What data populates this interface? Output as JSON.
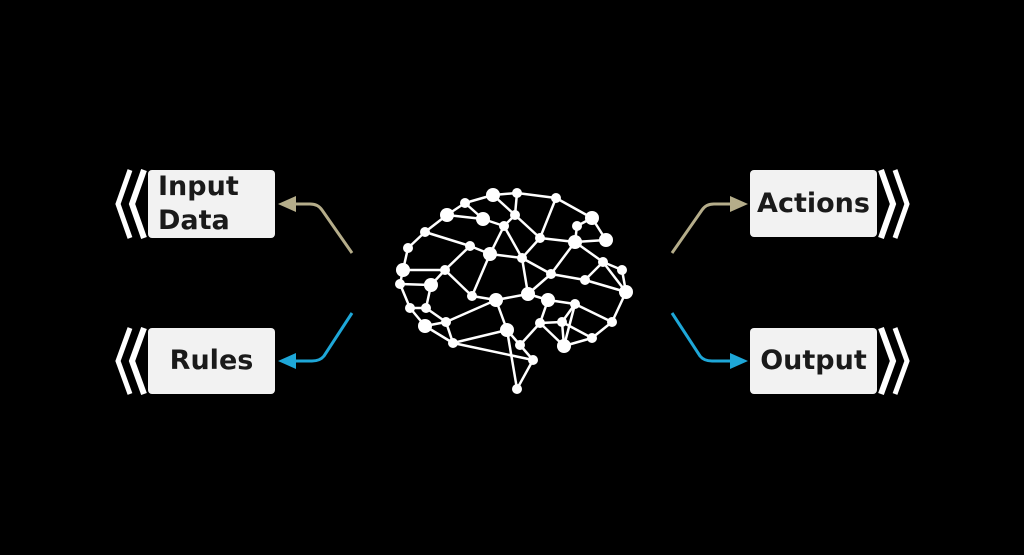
{
  "labels": {
    "input_line1": "Input",
    "input_line2": "Data",
    "rules": "Rules",
    "actions": "Actions",
    "output": "Output"
  },
  "colors": {
    "background": "#000000",
    "box": "#f2f2f2",
    "text": "#1a1a1a",
    "chevron": "#ffffff",
    "khaki_arrow": "#b5ad8a",
    "blue_arrow": "#1ea7d8",
    "brain": "#ffffff"
  },
  "icons": [
    "brain-network-icon",
    "chevron-left-icon",
    "chevron-right-icon",
    "arrow-icon"
  ]
}
